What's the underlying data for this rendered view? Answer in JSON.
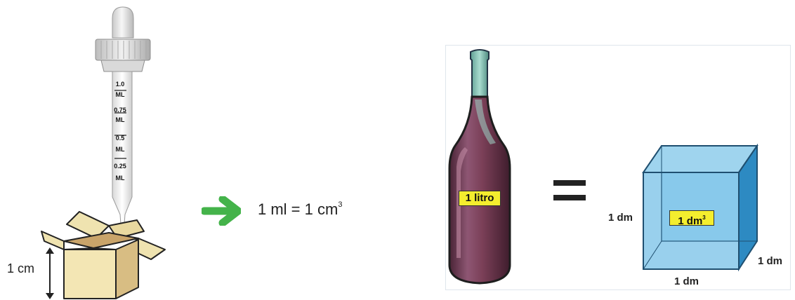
{
  "dropper": {
    "scale_labels": [
      "1.0",
      "ML",
      "0.75",
      "ML",
      "0.5",
      "ML",
      "0.25",
      "ML"
    ]
  },
  "box": {
    "height_label": "1 cm"
  },
  "equation": {
    "lhs": "1 ml = 1 cm",
    "exponent": "3",
    "arrow_icon": "right-arrow-icon",
    "arrow_color": "#44b34a"
  },
  "bottle_diagram": {
    "bottle_label": "1 litro",
    "cube_label": "1 dm",
    "cube_label_exponent": "3",
    "dimension_left": "1 dm",
    "dimension_bottom": "1 dm",
    "dimension_right": "1 dm",
    "label_color": "#f4ee2e",
    "bottle_color": "#7a3f57",
    "cube_color": "#7fc4e8"
  }
}
